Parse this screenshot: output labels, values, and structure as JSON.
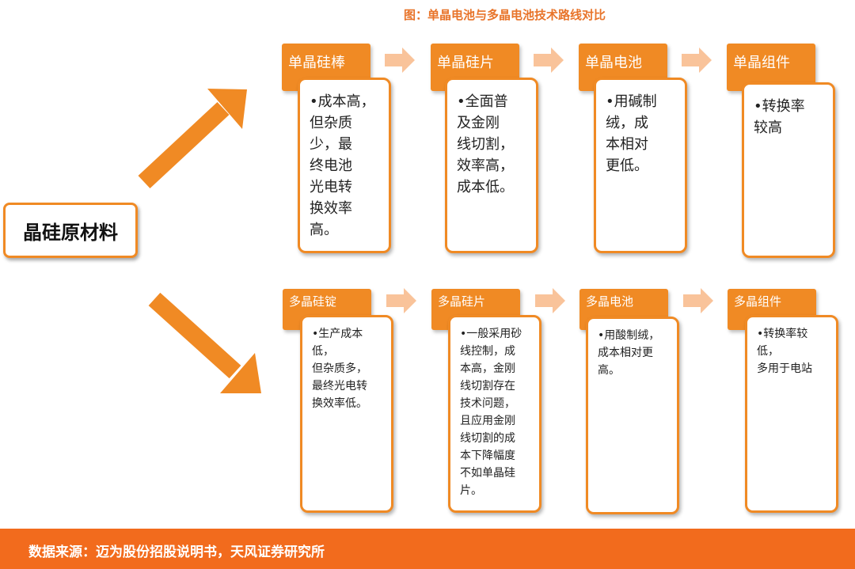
{
  "title": "图：单晶电池与多晶电池技术路线对比",
  "root_label": "晶硅原材料",
  "mono": {
    "steps": [
      {
        "header": "单晶硅棒",
        "text": "•成本高，\n但杂质\n少，最\n终电池\n光电转\n换效率\n高。"
      },
      {
        "header": "单晶硅片",
        "text": "•全面普\n及金刚\n线切割，\n效率高，\n成本低。"
      },
      {
        "header": "单晶电池",
        "text": "•用碱制\n绒，成\n本相对\n更低。"
      },
      {
        "header": "单晶组件",
        "text": "•转换率\n较高"
      }
    ]
  },
  "poly": {
    "steps": [
      {
        "header": "多晶硅锭",
        "text": "•生产成本低，\n但杂质多，\n最终光电转\n换效率低。"
      },
      {
        "header": "多晶硅片",
        "text": "•一般采用砂\n线控制，成\n本高，金刚\n线切割存在\n技术问题，\n且应用金刚\n线切割的成\n本下降幅度\n不如单晶硅\n片。"
      },
      {
        "header": "多晶电池",
        "text": "•用酸制绒，\n成本相对更\n高。"
      },
      {
        "header": "多晶组件",
        "text": "•转换率较低，\n多用于电站"
      }
    ]
  },
  "footer": "数据来源：迈为股份招股说明书，天风证券研究所",
  "colors": {
    "accent": "#f08a24",
    "arrow_light": "#f9c39a",
    "footer": "#f26b1d"
  }
}
